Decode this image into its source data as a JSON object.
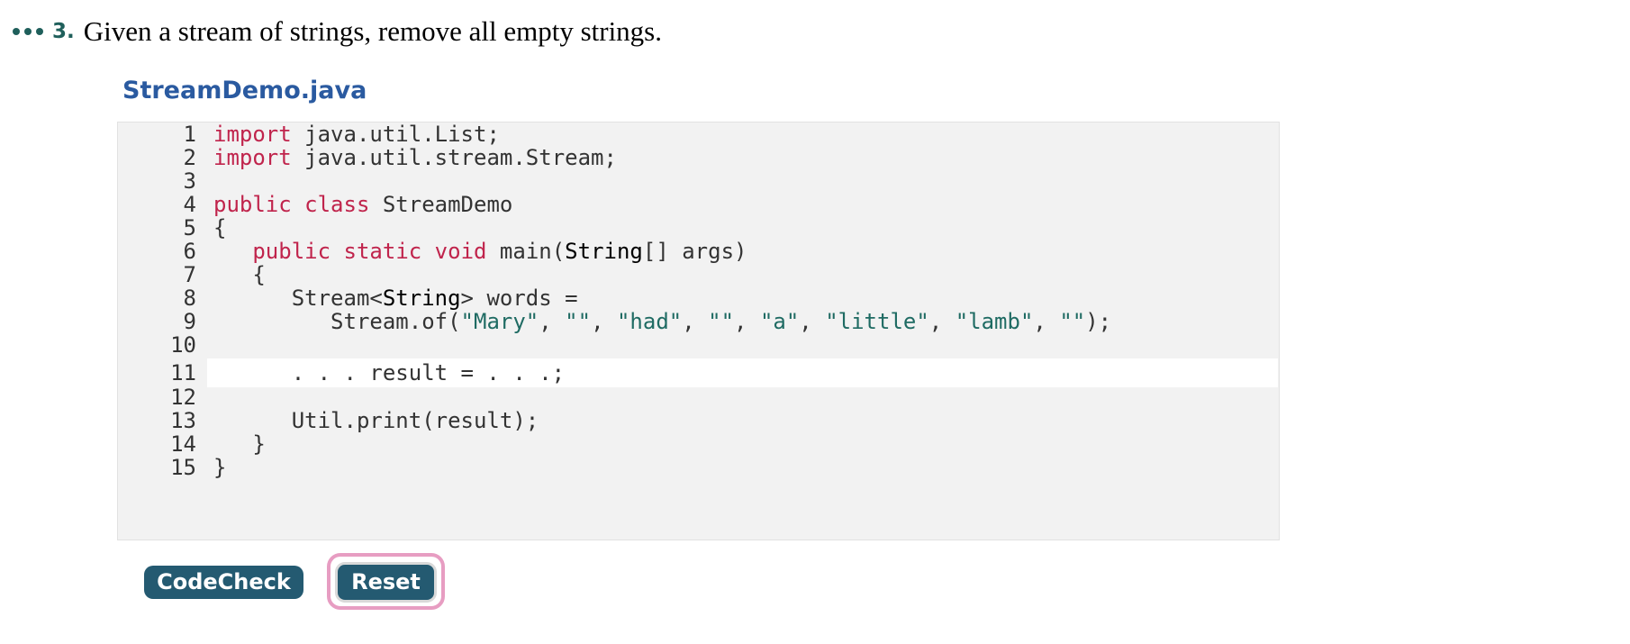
{
  "question": {
    "number": "3.",
    "text": "Given a stream of strings, remove all empty strings."
  },
  "file": {
    "name": "StreamDemo.java"
  },
  "code": {
    "lines": [
      {
        "num": "1",
        "tokens": [
          {
            "t": "import",
            "c": "kw"
          },
          {
            "t": " java.util.List;",
            "c": ""
          }
        ]
      },
      {
        "num": "2",
        "tokens": [
          {
            "t": "import",
            "c": "kw"
          },
          {
            "t": " java.util.stream.Stream;",
            "c": ""
          }
        ]
      },
      {
        "num": "3",
        "tokens": []
      },
      {
        "num": "4",
        "tokens": [
          {
            "t": "public",
            "c": "kw"
          },
          {
            "t": " ",
            "c": ""
          },
          {
            "t": "class",
            "c": "kw"
          },
          {
            "t": " StreamDemo",
            "c": ""
          }
        ]
      },
      {
        "num": "5",
        "tokens": [
          {
            "t": "{",
            "c": ""
          }
        ]
      },
      {
        "num": "6",
        "tokens": [
          {
            "t": "   ",
            "c": ""
          },
          {
            "t": "public",
            "c": "kw"
          },
          {
            "t": " ",
            "c": ""
          },
          {
            "t": "static",
            "c": "kw"
          },
          {
            "t": " ",
            "c": ""
          },
          {
            "t": "void",
            "c": "kw"
          },
          {
            "t": " main(",
            "c": ""
          },
          {
            "t": "String",
            "c": "type"
          },
          {
            "t": "[] args)",
            "c": ""
          }
        ]
      },
      {
        "num": "7",
        "tokens": [
          {
            "t": "   {",
            "c": ""
          }
        ]
      },
      {
        "num": "8",
        "tokens": [
          {
            "t": "      Stream<",
            "c": ""
          },
          {
            "t": "String",
            "c": "type"
          },
          {
            "t": "> words =",
            "c": ""
          }
        ]
      },
      {
        "num": "9",
        "tokens": [
          {
            "t": "         Stream.of(",
            "c": ""
          },
          {
            "t": "\"Mary\"",
            "c": "str"
          },
          {
            "t": ", ",
            "c": ""
          },
          {
            "t": "\"\"",
            "c": "str"
          },
          {
            "t": ", ",
            "c": ""
          },
          {
            "t": "\"had\"",
            "c": "str"
          },
          {
            "t": ", ",
            "c": ""
          },
          {
            "t": "\"\"",
            "c": "str"
          },
          {
            "t": ", ",
            "c": ""
          },
          {
            "t": "\"a\"",
            "c": "str"
          },
          {
            "t": ", ",
            "c": ""
          },
          {
            "t": "\"little\"",
            "c": "str"
          },
          {
            "t": ", ",
            "c": ""
          },
          {
            "t": "\"lamb\"",
            "c": "str"
          },
          {
            "t": ", ",
            "c": ""
          },
          {
            "t": "\"\"",
            "c": "str"
          },
          {
            "t": ");",
            "c": ""
          }
        ]
      },
      {
        "num": "10",
        "tokens": []
      },
      {
        "num": "11",
        "editable": true,
        "tokens": [
          {
            "t": "      . . . result = . . .;",
            "c": ""
          }
        ]
      },
      {
        "num": "12",
        "tokens": []
      },
      {
        "num": "13",
        "tokens": [
          {
            "t": "      Util.print(result);",
            "c": ""
          }
        ]
      },
      {
        "num": "14",
        "tokens": [
          {
            "t": "   }",
            "c": ""
          }
        ]
      },
      {
        "num": "15",
        "tokens": [
          {
            "t": "}",
            "c": ""
          }
        ]
      }
    ]
  },
  "buttons": {
    "codecheck_label": "CodeCheck",
    "reset_label": "Reset"
  },
  "icons": {
    "menu": "ellipsis-dots-icon"
  },
  "colors": {
    "keyword": "#c0244c",
    "string": "#1f6b63",
    "filename": "#2a5aa0",
    "button": "#245a71",
    "focus_ring": "#e79dc2"
  }
}
